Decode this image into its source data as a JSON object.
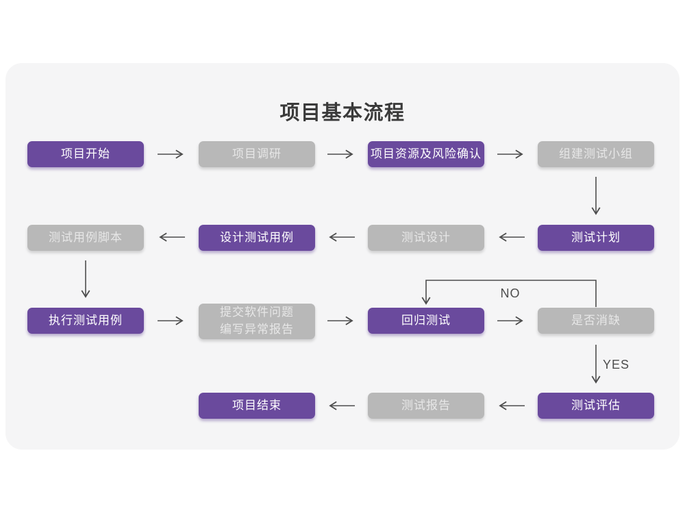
{
  "page": {
    "title": "项目基本流程"
  },
  "colors": {
    "page_background": "#ffffff",
    "card_background": "#f5f5f6",
    "node_purple": "#6a4a9d",
    "node_gray": "#b8b8b8",
    "node_text_on_purple": "#ffffff",
    "node_text_on_gray": "#e7e7e7",
    "arrow": "#4d4d4d",
    "title_text": "#3a3a3a"
  },
  "flow": {
    "nodes": [
      {
        "label": "项目开始",
        "type": "purple"
      },
      {
        "label": "项目调研",
        "type": "gray"
      },
      {
        "label": "项目资源及风险确认",
        "type": "purple"
      },
      {
        "label": "组建测试小组",
        "type": "gray"
      },
      {
        "label": "测试计划",
        "type": "purple"
      },
      {
        "label": "测试设计",
        "type": "gray"
      },
      {
        "label": "设计测试用例",
        "type": "purple"
      },
      {
        "label": "测试用例脚本",
        "type": "gray"
      },
      {
        "label": "执行测试用例",
        "type": "purple"
      },
      {
        "label": "提交软件问题\n编写异常报告",
        "type": "gray"
      },
      {
        "label": "回归测试",
        "type": "purple"
      },
      {
        "label": "是否消缺",
        "type": "gray"
      },
      {
        "label": "测试评估",
        "type": "purple"
      },
      {
        "label": "测试报告",
        "type": "gray"
      },
      {
        "label": "项目结束",
        "type": "purple"
      }
    ],
    "edges": [
      {
        "from": "项目开始",
        "to": "项目调研"
      },
      {
        "from": "项目调研",
        "to": "项目资源及风险确认"
      },
      {
        "from": "项目资源及风险确认",
        "to": "组建测试小组"
      },
      {
        "from": "组建测试小组",
        "to": "测试计划"
      },
      {
        "from": "测试计划",
        "to": "测试设计"
      },
      {
        "from": "测试设计",
        "to": "设计测试用例"
      },
      {
        "from": "设计测试用例",
        "to": "测试用例脚本"
      },
      {
        "from": "测试用例脚本",
        "to": "执行测试用例"
      },
      {
        "from": "执行测试用例",
        "to": "提交软件问题 编写异常报告"
      },
      {
        "from": "提交软件问题 编写异常报告",
        "to": "回归测试"
      },
      {
        "from": "回归测试",
        "to": "是否消缺"
      },
      {
        "from": "是否消缺",
        "to": "回归测试",
        "label": "NO"
      },
      {
        "from": "是否消缺",
        "to": "测试评估",
        "label": "YES"
      },
      {
        "from": "测试评估",
        "to": "测试报告"
      },
      {
        "from": "测试报告",
        "to": "项目结束"
      }
    ],
    "decision_labels": {
      "no": "NO",
      "yes": "YES"
    }
  }
}
